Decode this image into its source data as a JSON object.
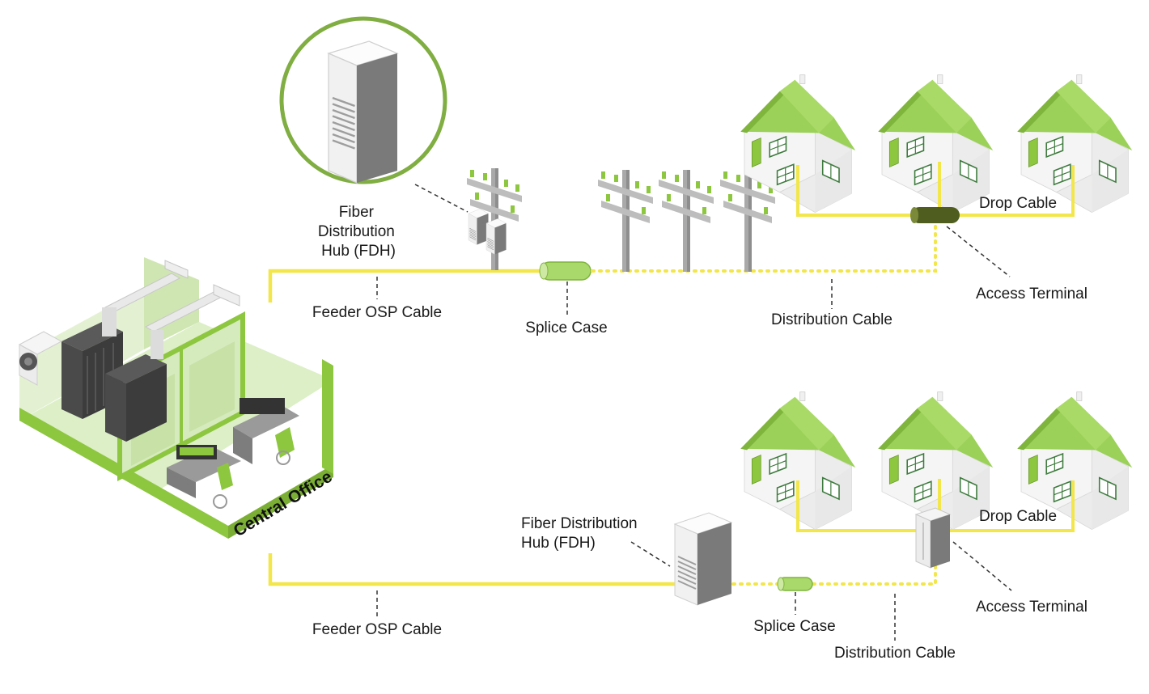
{
  "labels": {
    "fdh_top_line1": "Fiber",
    "fdh_top_line2": "Distribution",
    "fdh_top_line3": "Hub (FDH)",
    "feeder_top": "Feeder OSP Cable",
    "splice_top": "Splice Case",
    "distribution_top": "Distribution Cable",
    "drop_top": "Drop Cable",
    "access_top": "Access Terminal",
    "central_office": "Central Office",
    "fdh_bottom_line1": "Fiber Distribution",
    "fdh_bottom_line2": "Hub (FDH)",
    "feeder_bottom": "Feeder OSP Cable",
    "splice_bottom": "Splice Case",
    "distribution_bottom": "Distribution Cable",
    "drop_bottom": "Drop Cable",
    "access_bottom": "Access Terminal"
  },
  "colors": {
    "cable_yellow": "#f2e64a",
    "brand_green": "#8dc63f",
    "roof_green": "#9bd158",
    "dark_green": "#4a5a1c",
    "cabinet_light": "#f2f2f2",
    "cabinet_dark": "#7d7d7d"
  }
}
